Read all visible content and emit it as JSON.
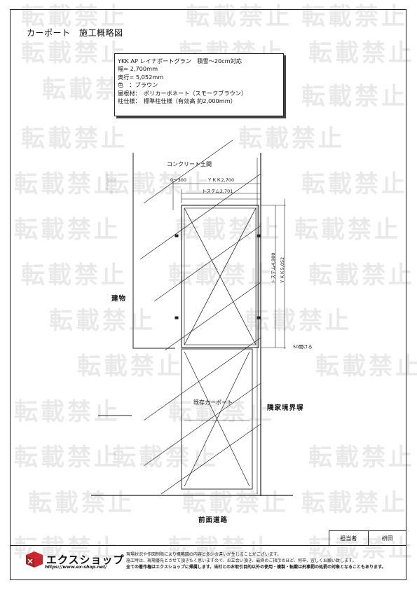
{
  "title": "カーポート　施工概略図",
  "spec": {
    "lines": [
      "YKK AP レイナポートグラン　積雪～20cm対応",
      "幅= 2,700mm",
      "奥行= 5,052mm",
      "色　：ブラウン",
      "屋根材：　ポリカーボネート（スモークブラウン）",
      "柱仕様：　標準柱仕様（有効高 約2,000mm）"
    ]
  },
  "watermark": "転載禁止",
  "labels": {
    "concrete": "コンクリート土間",
    "offset": "0～300",
    "ykk_width": "ＹＫＫ2,700",
    "tostem_width": "トステム2,701",
    "tostem_depth": "トステム4,980",
    "ykk_depth": "ＹＫＫ5,052",
    "gap": "50開ける",
    "building": "建物",
    "existing_carport": "既存カーポート",
    "neighbor_wall": "隣家境界塀",
    "front_road": "前面道路"
  },
  "footer": {
    "tanto_label": "担当者",
    "tanto_name": "枡田",
    "logo": "エクスショップ",
    "url": "https://www.ex-shop.net/",
    "notes": [
      "現場状況や作図制限により概略図の内容と多少の違いが生じることがございます。",
      "施工時は、現場優先とさせて頂きたく思いますので、お立会い頂き、最終のご指示のほど、何卒、宜しくお願い致します。",
      "全ての著作権はエクスショップに帰属します。当社とのお取引目的以外の使用・複製・転載は刑事罰の処罰の対象となることもあります。"
    ]
  },
  "colors": {
    "line": "#222222",
    "logo_red": "#c8282d"
  }
}
